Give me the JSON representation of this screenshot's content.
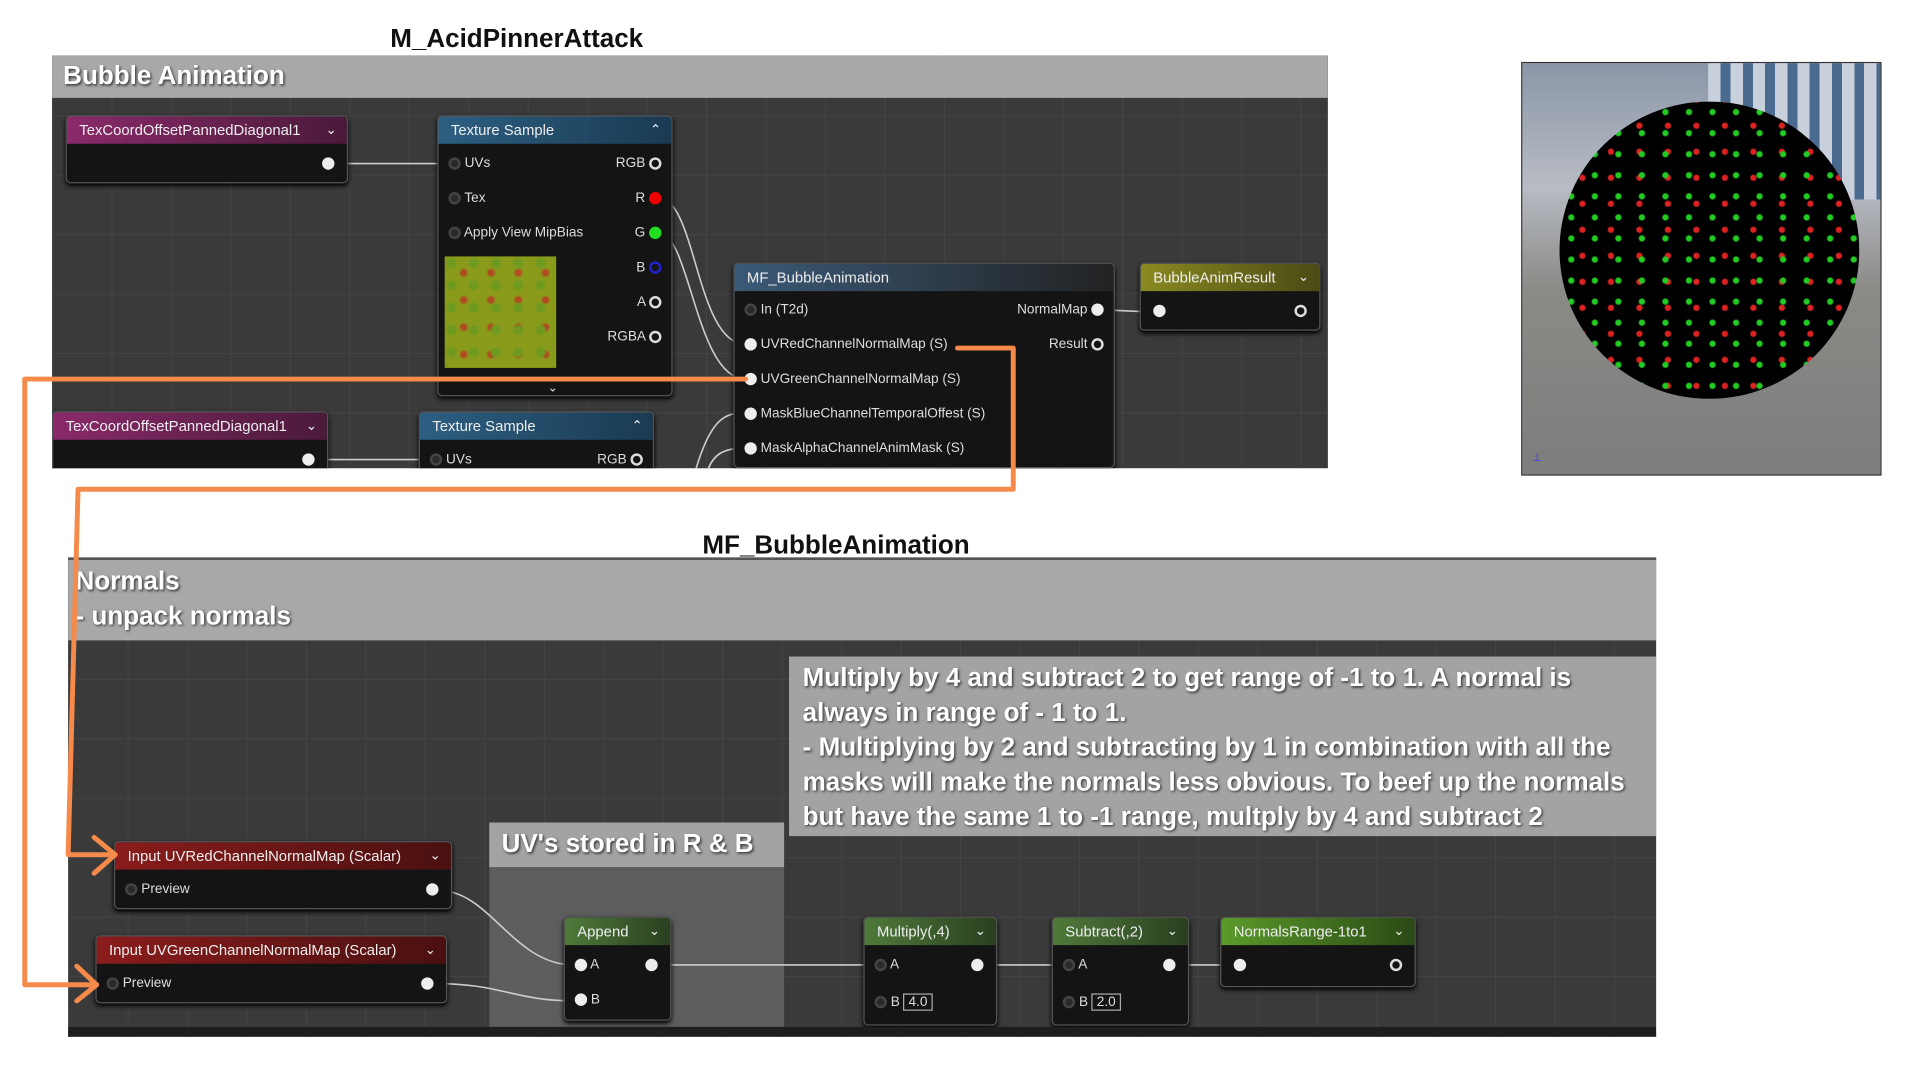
{
  "top_title": "M_AcidPinnerAttack",
  "bottom_title": "MF_BubbleAnimation",
  "top_panel": {
    "comment": "Bubble Animation",
    "texcoord1": {
      "title": "TexCoordOffsetPannedDiagonal1"
    },
    "texture1": {
      "title": "Texture Sample",
      "inputs": [
        "UVs",
        "Tex",
        "Apply View MipBias"
      ],
      "outputs": [
        "RGB",
        "R",
        "G",
        "B",
        "A",
        "RGBA"
      ]
    },
    "mf_node": {
      "title": "MF_BubbleAnimation",
      "inputs": [
        "In (T2d)",
        "UVRedChannelNormalMap (S)",
        "UVGreenChannelNormalMap (S)",
        "MaskBlueChannelTemporalOffest (S)",
        "MaskAlphaChannelAnimMask (S)"
      ],
      "outputs": [
        "NormalMap",
        "Result"
      ]
    },
    "result_node": {
      "title": "BubbleAnimResult"
    },
    "texcoord2": {
      "title": "TexCoordOffsetPannedDiagonal1"
    },
    "texture2": {
      "title": "Texture Sample",
      "inputs": [
        "UVs"
      ],
      "outputs": [
        "RGB"
      ]
    }
  },
  "bottom_panel": {
    "comment_lines": [
      "Normals",
      "- unpack normals"
    ],
    "note_lines": [
      "Multiply by 4 and subtract 2 to get range of -1 to 1. A normal is",
      "always in range of - 1 to 1.",
      "- Multiplying by 2 and subtracting by 1 in combination with all the",
      "masks will make the normals less obvious. To beef up the normals",
      "but have the same 1 to -1 range, multply by 4 and subtract 2"
    ],
    "uv_comment": "UV's stored in R & B",
    "input_red": {
      "title": "Input UVRedChannelNormalMap (Scalar)",
      "pin": "Preview"
    },
    "input_green": {
      "title": "Input UVGreenChannelNormalMap (Scalar)",
      "pin": "Preview"
    },
    "append": {
      "title": "Append",
      "a": "A",
      "b": "B"
    },
    "multiply": {
      "title": "Multiply(,4)",
      "a": "A",
      "b": "B",
      "b_value": "4.0"
    },
    "subtract": {
      "title": "Subtract(,2)",
      "a": "A",
      "b": "B",
      "b_value": "2.0"
    },
    "normals_range": {
      "title": "NormalsRange-1to1"
    }
  },
  "colors": {
    "arrow": "#f58a4b",
    "texcoord": "#8a2a6a",
    "texture": "#2d5f82",
    "function": "#3a5a78",
    "result": "#7a7a1e",
    "input": "#8a1c1c",
    "math": "#4f7a3a"
  }
}
